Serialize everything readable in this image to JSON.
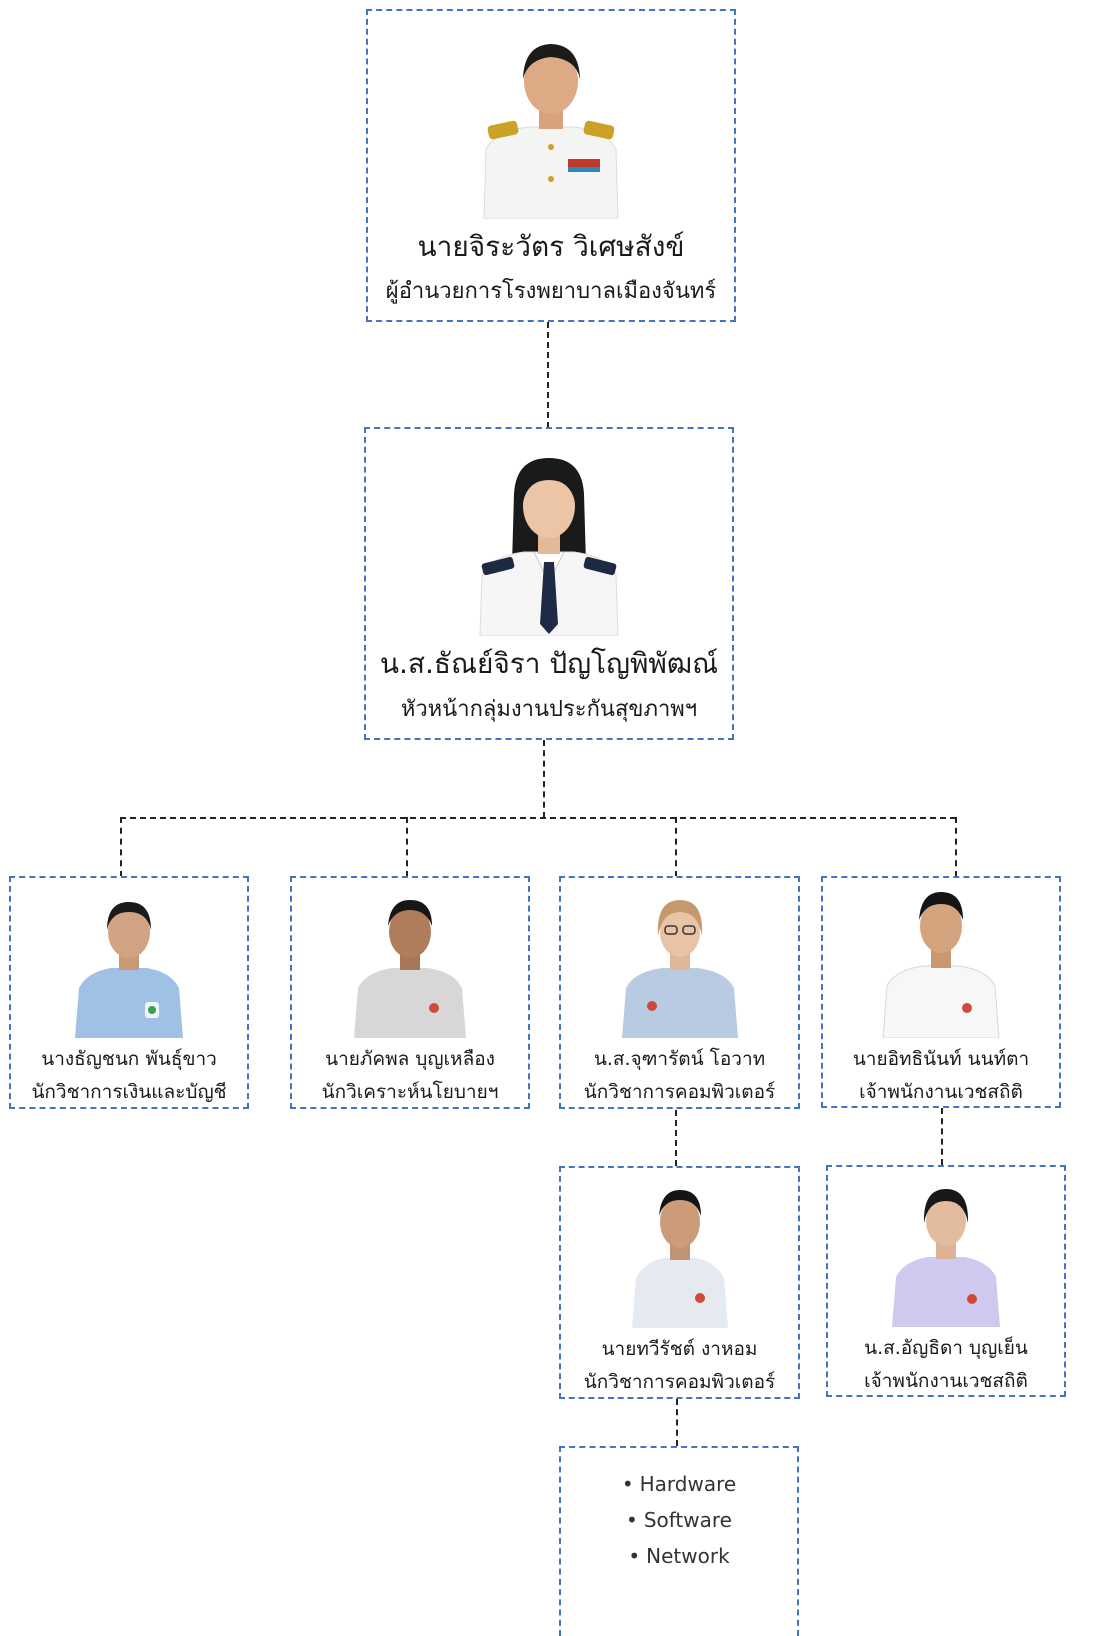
{
  "nodes": {
    "director": {
      "name": "นายจิระวัตร วิเศษสังข์",
      "role": "ผู้อำนวยการโรงพยาบาลเมืองจันทร์"
    },
    "head": {
      "name": "น.ส.ธัณย์จิรา ปัญโญพิพัฒณ์",
      "role": "หัวหน้ากลุ่มงานประกันสุขภาพฯ"
    },
    "staff1": {
      "name": "นางธัญชนก พันธุ์ขาว",
      "role": "นักวิชาการเงินและบัญชี"
    },
    "staff2": {
      "name": "นายภัคพล บุญเหลือง",
      "role": "นักวิเคราะห์นโยบายฯ"
    },
    "staff3": {
      "name": "น.ส.จุฑารัตน์  โอวาท",
      "role": "นักวิชาการคอมพิวเตอร์"
    },
    "staff4": {
      "name": "นายอิทธินันท์ นนท์ตา",
      "role": "เจ้าพนักงานเวชสถิติ"
    },
    "staff5": {
      "name": "นายทวีรัชต์ งาหอม",
      "role": "นักวิชาการคอมพิวเตอร์"
    },
    "staff6": {
      "name": "น.ส.อัญธิดา บุญเย็น",
      "role": "เจ้าพนักงานเวชสถิติ"
    }
  },
  "skills": [
    "Hardware",
    "Software",
    "Network"
  ]
}
